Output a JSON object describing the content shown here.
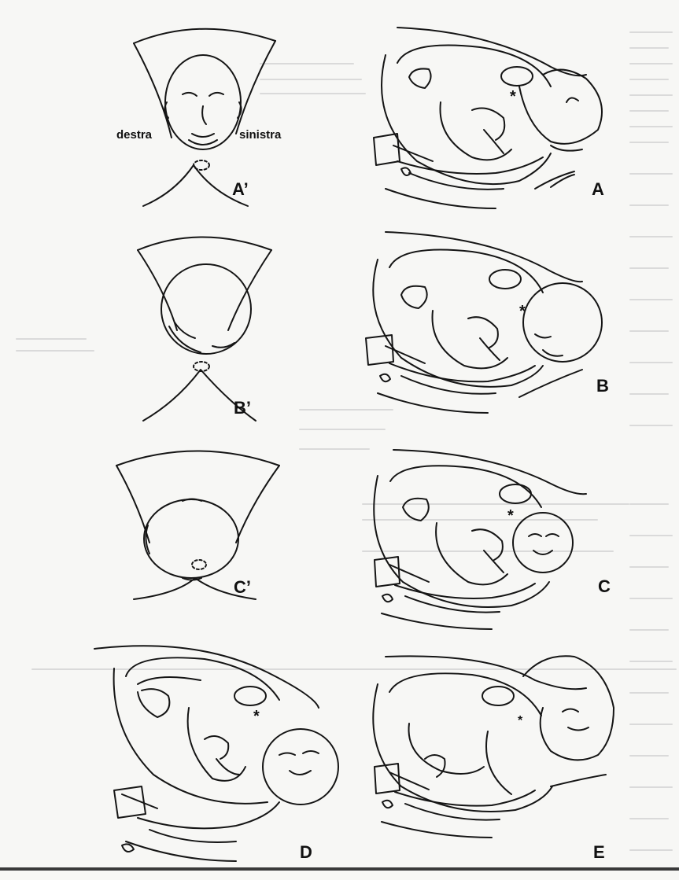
{
  "figure": {
    "orientation_labels": {
      "right": "destra",
      "left": "sinistra"
    },
    "panels": [
      {
        "id": "A_prime",
        "label": "A’"
      },
      {
        "id": "A",
        "label": "A"
      },
      {
        "id": "B_prime",
        "label": "B’"
      },
      {
        "id": "B",
        "label": "B"
      },
      {
        "id": "C_prime",
        "label": "C’"
      },
      {
        "id": "C",
        "label": "C"
      },
      {
        "id": "D",
        "label": "D"
      },
      {
        "id": "E",
        "label": "E"
      }
    ],
    "marker_symbol": "*"
  },
  "colors": {
    "ink": "#151515",
    "paper": "#f7f7f5",
    "bleed_text": "#dadada"
  }
}
